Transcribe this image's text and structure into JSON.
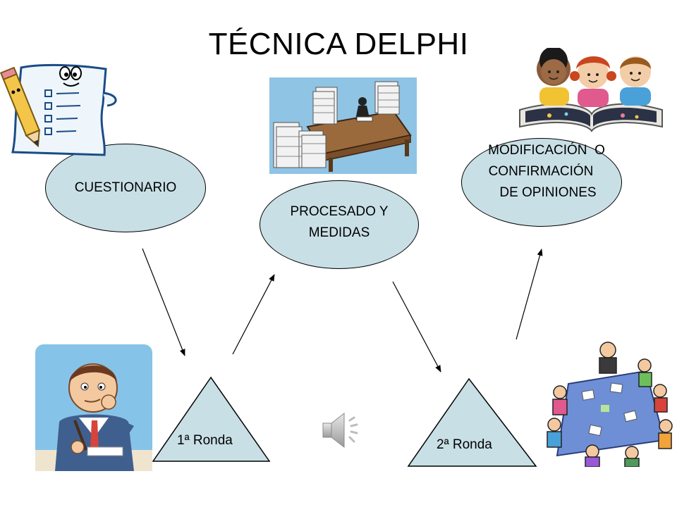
{
  "title": "TÉCNICA DELPHI",
  "nodes": {
    "cuestionario": [
      "CUESTIONARIO"
    ],
    "procesado": [
      "PROCESADO Y",
      "MEDIDAS"
    ],
    "modificacion": [
      "MODIFICACIÓN  O",
      "CONFIRMACIÓN",
      "DE OPINIONES"
    ]
  },
  "rounds": {
    "first": "1ª Ronda",
    "second": "2ª Ronda"
  },
  "colors": {
    "node_fill": "#c9dfe6",
    "outline": "#000000"
  },
  "icons": [
    "checklist-pencil-icon",
    "desk-papers-icon",
    "children-reading-icon",
    "thinking-man-icon",
    "meeting-table-icon",
    "speaker-icon"
  ]
}
